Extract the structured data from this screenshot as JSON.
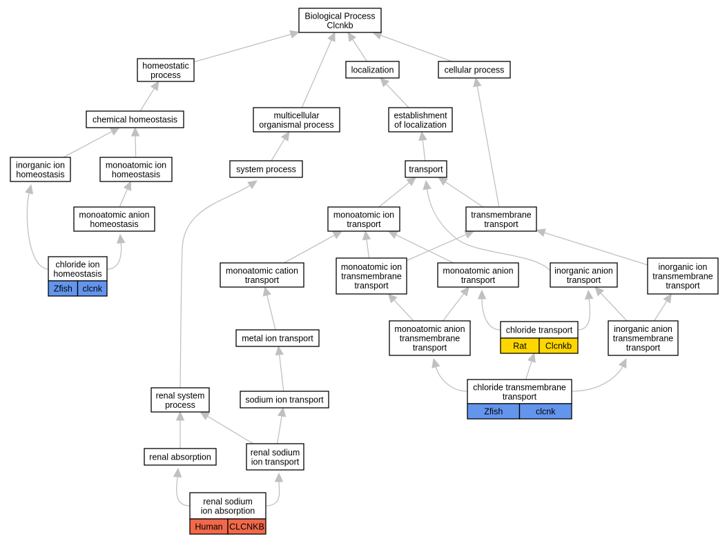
{
  "title": "Biological Process Clcnkb",
  "colors": {
    "edge": "#c0c0c0",
    "zfish": "#6495ed",
    "rat": "#ffd700",
    "human": "#f2694a"
  },
  "nodes": {
    "root": [
      "Biological Process",
      "Clcnkb"
    ],
    "homeostatic": [
      "homeostatic",
      "process"
    ],
    "localization": [
      "localization"
    ],
    "cellular": [
      "cellular process"
    ],
    "chem_homeo": [
      "chemical homeostasis"
    ],
    "multicell": [
      "multicellular",
      "organismal process"
    ],
    "establishment": [
      "establishment",
      "of localization"
    ],
    "inorg_homeo": [
      "inorganic ion",
      "homeostasis"
    ],
    "monoion_homeo": [
      "monoatomic ion",
      "homeostasis"
    ],
    "system_proc": [
      "system process"
    ],
    "transport": [
      "transport"
    ],
    "monoanion_homeo": [
      "monoatomic anion",
      "homeostasis"
    ],
    "mono_ion_transport": [
      "monoatomic ion",
      "transport"
    ],
    "transmembrane": [
      "transmembrane",
      "transport"
    ],
    "chloride_homeo": [
      "chloride ion",
      "homeostasis"
    ],
    "mono_cation": [
      "monoatomic cation",
      "transport"
    ],
    "mono_ion_tm": [
      "monoatomic ion",
      "transmembrane",
      "transport"
    ],
    "mono_anion": [
      "monoatomic anion",
      "transport"
    ],
    "inorg_anion": [
      "inorganic anion",
      "transport"
    ],
    "inorg_ion_tm": [
      "inorganic ion",
      "transmembrane",
      "transport"
    ],
    "metal_ion": [
      "metal ion transport"
    ],
    "mono_anion_tm": [
      "monoatomic anion",
      "transmembrane",
      "transport"
    ],
    "chloride_transport": [
      "chloride transport"
    ],
    "inorg_anion_tm": [
      "inorganic anion",
      "transmembrane",
      "transport"
    ],
    "chloride_tm": [
      "chloride transmembrane",
      "transport"
    ],
    "renal_system": [
      "renal system",
      "process"
    ],
    "sodium_ion": [
      "sodium ion transport"
    ],
    "renal_absorption": [
      "renal absorption"
    ],
    "renal_sodium_transport": [
      "renal sodium",
      "ion transport"
    ],
    "renal_sodium_absorption": [
      "renal sodium",
      "ion absorption"
    ]
  },
  "tags": {
    "chloride_homeo": [
      "Zfish",
      "clcnk"
    ],
    "chloride_transport": [
      "Rat",
      "Clcnkb"
    ],
    "chloride_tm": [
      "Zfish",
      "clcnk"
    ],
    "renal_sodium_absorption": [
      "Human",
      "CLCNKB"
    ]
  },
  "tag_colors": {
    "chloride_homeo": "zfish",
    "chloride_transport": "rat",
    "chloride_tm": "zfish",
    "renal_sodium_absorption": "human"
  },
  "edges": [
    [
      "homeostatic",
      "root"
    ],
    [
      "localization",
      "root"
    ],
    [
      "cellular",
      "root"
    ],
    [
      "multicell",
      "root"
    ],
    [
      "chem_homeo",
      "homeostatic"
    ],
    [
      "inorg_homeo",
      "chem_homeo"
    ],
    [
      "monoion_homeo",
      "chem_homeo"
    ],
    [
      "monoanion_homeo",
      "monoion_homeo"
    ],
    [
      "chloride_homeo",
      "inorg_homeo"
    ],
    [
      "chloride_homeo",
      "monoanion_homeo"
    ],
    [
      "system_proc",
      "multicell"
    ],
    [
      "establishment",
      "localization"
    ],
    [
      "transport",
      "establishment"
    ],
    [
      "transmembrane",
      "cellular"
    ],
    [
      "mono_ion_transport",
      "transport"
    ],
    [
      "transmembrane",
      "transport"
    ],
    [
      "inorg_anion",
      "transport"
    ],
    [
      "mono_cation",
      "mono_ion_transport"
    ],
    [
      "mono_ion_tm",
      "mono_ion_transport"
    ],
    [
      "mono_anion",
      "mono_ion_transport"
    ],
    [
      "mono_ion_tm",
      "transmembrane"
    ],
    [
      "inorg_ion_tm",
      "transmembrane"
    ],
    [
      "metal_ion",
      "mono_cation"
    ],
    [
      "sodium_ion",
      "metal_ion"
    ],
    [
      "mono_anion_tm",
      "mono_ion_tm"
    ],
    [
      "mono_anion_tm",
      "mono_anion"
    ],
    [
      "chloride_transport",
      "mono_anion"
    ],
    [
      "chloride_transport",
      "inorg_anion"
    ],
    [
      "inorg_anion_tm",
      "inorg_anion"
    ],
    [
      "inorg_anion_tm",
      "inorg_ion_tm"
    ],
    [
      "chloride_tm",
      "mono_anion_tm"
    ],
    [
      "chloride_tm",
      "chloride_transport"
    ],
    [
      "chloride_tm",
      "inorg_anion_tm"
    ],
    [
      "renal_system",
      "system_proc"
    ],
    [
      "renal_absorption",
      "renal_system"
    ],
    [
      "renal_sodium_transport",
      "renal_system"
    ],
    [
      "renal_sodium_transport",
      "sodium_ion"
    ],
    [
      "renal_sodium_absorption",
      "renal_absorption"
    ],
    [
      "renal_sodium_absorption",
      "renal_sodium_transport"
    ]
  ]
}
